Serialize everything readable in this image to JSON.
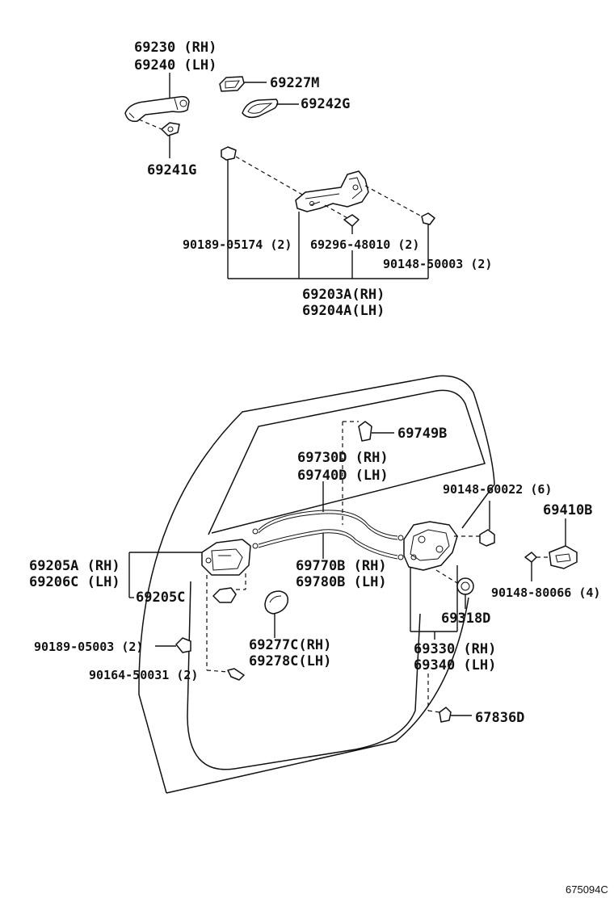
{
  "labels": {
    "p69230_rh": "69230 (RH)",
    "p69240_lh": "69240 (LH)",
    "p69227m": "69227M",
    "p69242g": "69242G",
    "p69241g": "69241G",
    "p90189_05174": "90189-05174 (2)",
    "p69296_48010": "69296-48010 (2)",
    "p90148_50003": "90148-50003 (2)",
    "p69203a_rh": "69203A(RH)",
    "p69204a_lh": "69204A(LH)",
    "p69749b": "69749B",
    "p69730d_rh": "69730D (RH)",
    "p69740d_lh": "69740D (LH)",
    "p90148_60022": "90148-60022 (6)",
    "p69410b": "69410B",
    "p69205a_rh": "69205A (RH)",
    "p69206c_lh": "69206C (LH)",
    "p69205c": "69205C",
    "p69770b_rh": "69770B (RH)",
    "p69780b_lh": "69780B (LH)",
    "p90148_80066": "90148-80066 (4)",
    "p69318d": "69318D",
    "p90189_05003": "90189-05003 (2)",
    "p69277c_rh": "69277C(RH)",
    "p69278c_lh": "69278C(LH)",
    "p69330_rh": "69330 (RH)",
    "p69340_lh": "69340 (LH)",
    "p90164_50031": "90164-50031 (2)",
    "p67836d": "67836D",
    "ref_code": "675094C"
  }
}
